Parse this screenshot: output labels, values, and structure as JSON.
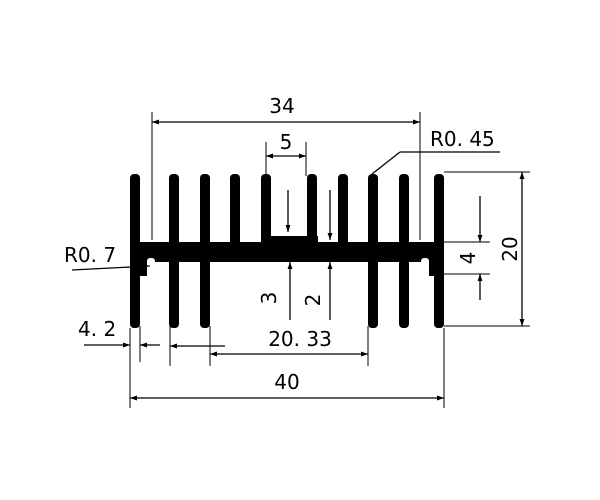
{
  "drawing": {
    "dimensions": {
      "top_width": "34",
      "slot_width": "5",
      "outer_fillet_radius": "R0. 45",
      "total_height": "20",
      "inner_fillet_radius": "R0. 7",
      "base_thickness": "4",
      "step_depth_3": "3",
      "step_depth_2": "2",
      "left_offset": "4. 2",
      "fin_span": "20. 33",
      "total_width": "40"
    }
  }
}
